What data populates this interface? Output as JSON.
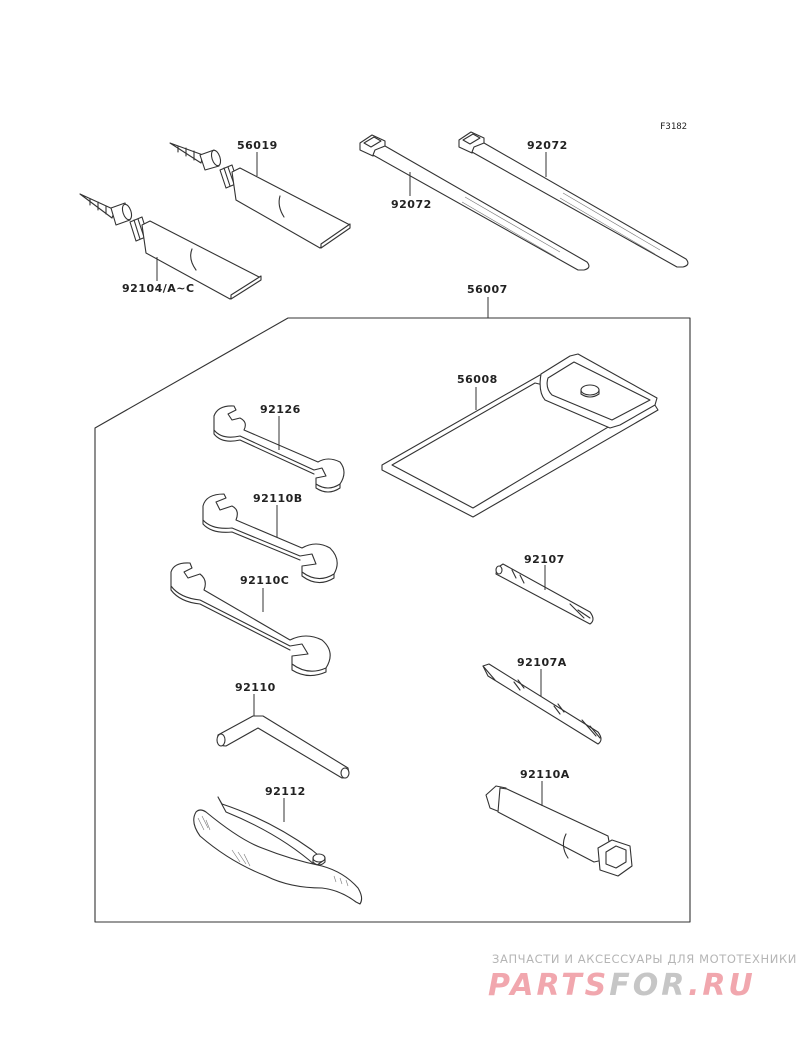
{
  "figure_id": "F3182",
  "assembly": {
    "part_no": "56007",
    "description": "tool kit frame"
  },
  "parts": [
    {
      "id": "56019",
      "label": "56019",
      "kind": "tube"
    },
    {
      "id": "92104",
      "label": "92104/A~C",
      "kind": "tube"
    },
    {
      "id": "92072-a",
      "label": "92072",
      "kind": "cable-tie"
    },
    {
      "id": "92072-b",
      "label": "92072",
      "kind": "cable-tie"
    },
    {
      "id": "56008",
      "label": "56008",
      "kind": "tool-bag"
    },
    {
      "id": "92126",
      "label": "92126",
      "kind": "wrench"
    },
    {
      "id": "92110B",
      "label": "92110B",
      "kind": "wrench"
    },
    {
      "id": "92110C",
      "label": "92110C",
      "kind": "wrench"
    },
    {
      "id": "92110",
      "label": "92110",
      "kind": "hex-key"
    },
    {
      "id": "92112",
      "label": "92112",
      "kind": "pliers"
    },
    {
      "id": "92107",
      "label": "92107",
      "kind": "screwdriver-bit"
    },
    {
      "id": "92107A",
      "label": "92107A",
      "kind": "screwdriver-bit"
    },
    {
      "id": "92110A",
      "label": "92110A",
      "kind": "spark-plug-wrench"
    }
  ],
  "watermark": {
    "tagline": "ЗАПЧАСТИ И АКСЕССУАРЫ ДЛЯ МОТОТЕХНИКИ",
    "logo_part1": "PARTS",
    "logo_part2": "FOR",
    "logo_part3": ".RU",
    "color_accent": "#f1a7ae",
    "color_gray": "#c6c6c6"
  }
}
